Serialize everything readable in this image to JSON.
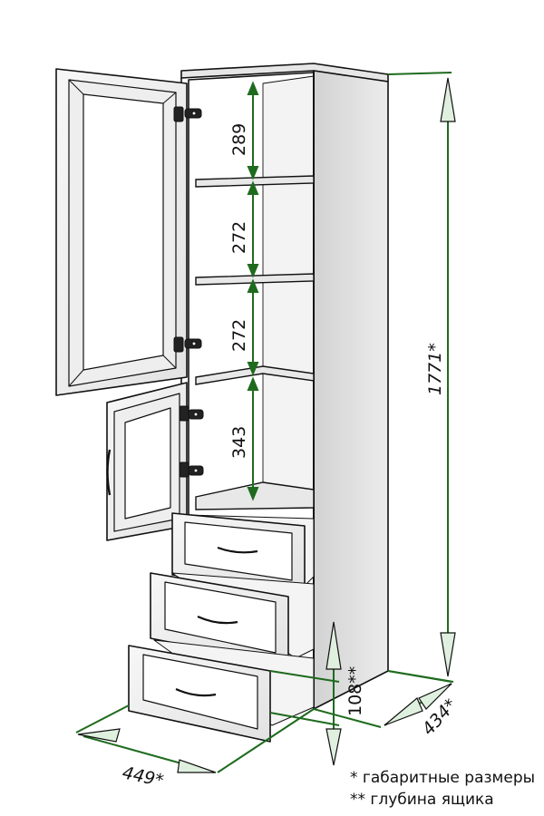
{
  "dimensions": {
    "shelf_gap_1": "289",
    "shelf_gap_2": "272",
    "shelf_gap_3": "272",
    "shelf_gap_4": "343",
    "height": "1771*",
    "width": "449*",
    "depth": "434*",
    "drawer_depth": "108**"
  },
  "legend": {
    "overall": "* габаритные размеры",
    "drawer": "** глубина ящика"
  },
  "colors": {
    "line": "#111111",
    "dimension": "#1e6b1e",
    "arrow_fill": "#dff0df",
    "panel": "#f2f2f2",
    "side": "#dcdcdc"
  }
}
